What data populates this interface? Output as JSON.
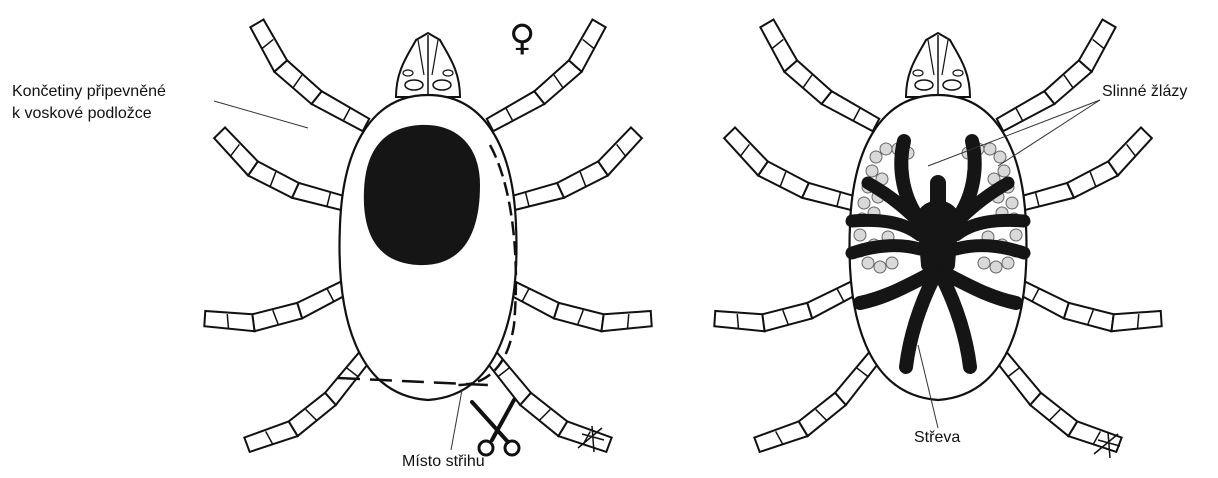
{
  "female_symbol": "♀",
  "left_figure": {
    "label_legs_line1": "Končetiny připevněné",
    "label_legs_line2": "k voskové podložce",
    "label_cut": "Místo střihu",
    "icons": [
      "tick-icon",
      "scissors-icon",
      "signature-mark"
    ]
  },
  "right_figure": {
    "label_glands": "Slinné žlázy",
    "label_intestines": "Střeva",
    "icons": [
      "tick-icon",
      "signature-mark"
    ]
  },
  "colors": {
    "ink": "#111111",
    "gland_fill": "#d9d9d9",
    "background": "#ffffff"
  }
}
